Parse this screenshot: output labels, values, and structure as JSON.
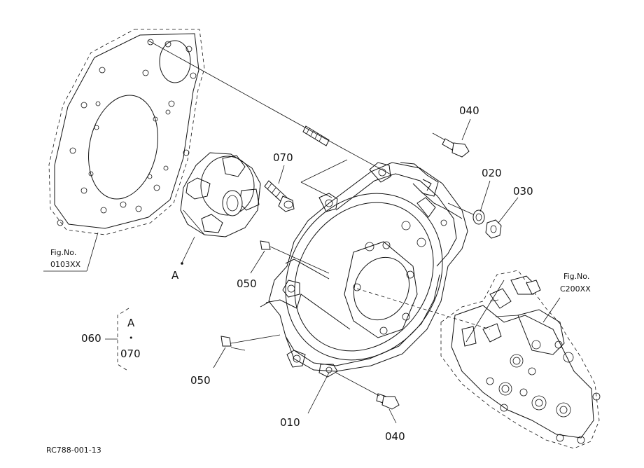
{
  "diagram": {
    "part_labels": {
      "p010": "010",
      "p020": "020",
      "p030": "030",
      "p040_top": "040",
      "p040_bottom": "040",
      "p050_upper": "050",
      "p050_lower": "050",
      "p060": "060",
      "p070_top": "070",
      "p070_group": "070",
      "callout_a": "A",
      "group_a": "A",
      "group_dot": "•"
    },
    "figure_refs": {
      "left": {
        "line1": "Fig.No.",
        "line2": "0103XX"
      },
      "right": {
        "line1": "Fig.No.",
        "line2": "C200XX"
      }
    },
    "drawing_code": "RC788-001-13"
  }
}
